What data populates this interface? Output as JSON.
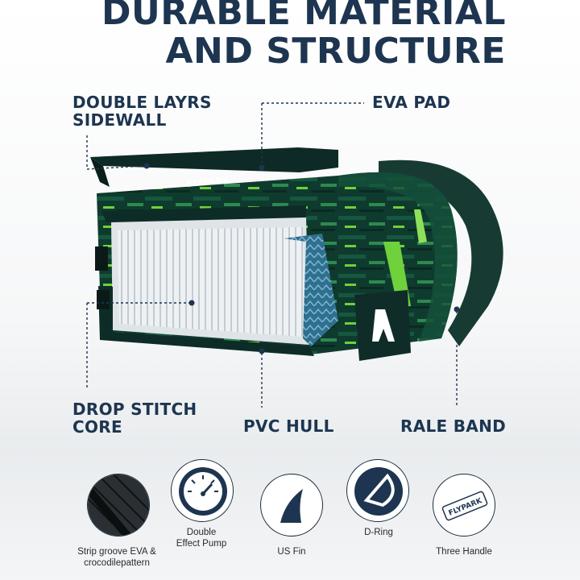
{
  "headline": {
    "line1": "DURABLE MATERIAL",
    "line2": "AND STRUCTURE"
  },
  "callouts": {
    "sidewall_line1": "DOUBLE LAYRS",
    "sidewall_line2": "SIDEWALL",
    "eva_pad": "EVA PAD",
    "core_line1": "DROP STITCH",
    "core_line2": "CORE",
    "pvc_hull": "PVC HULL",
    "rale_band": "RALE BAND"
  },
  "board_brand": "FLYPARK",
  "features": [
    {
      "icon": "strip-groove-icon",
      "label_line1": "Strip groove EVA &",
      "label_line2": "crocodilepattern"
    },
    {
      "icon": "pump-gauge-icon",
      "label_line1": "Double",
      "label_line2": "Effect Pump"
    },
    {
      "icon": "fin-icon",
      "label_line1": "US Fin",
      "label_line2": ""
    },
    {
      "icon": "d-ring-icon",
      "label_line1": "D-Ring",
      "label_line2": ""
    },
    {
      "icon": "handle-icon",
      "label_line1": "Three Handle",
      "label_line2": "",
      "handle_text": "FLYPARK"
    }
  ],
  "colors": {
    "navy": "#1d3550",
    "board_dark": "#0f3b2e",
    "board_green": "#1f6b4a",
    "lime": "#6fd13b",
    "core_white": "#e8ecef",
    "weave_blue": "#3a7fa0"
  }
}
